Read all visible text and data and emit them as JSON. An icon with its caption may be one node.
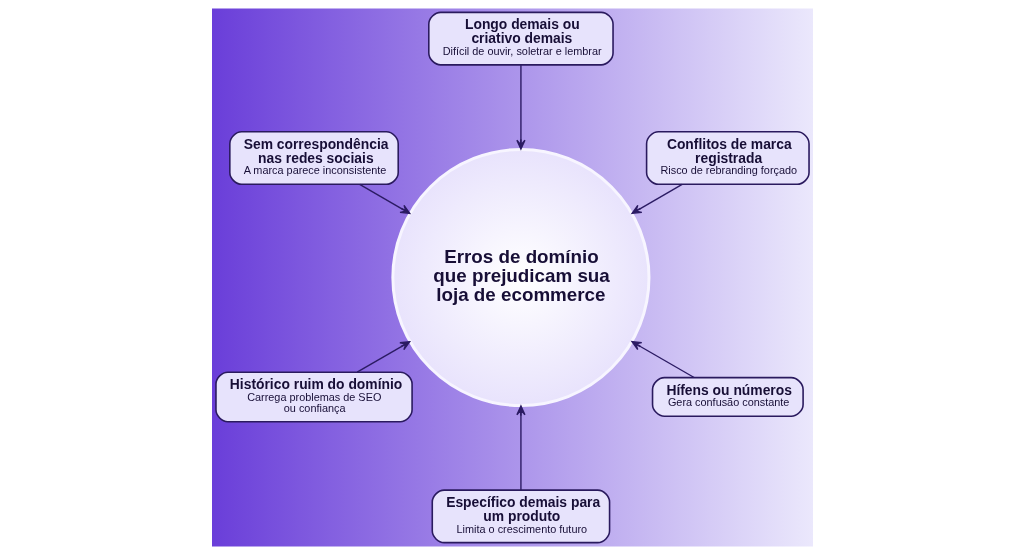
{
  "diagram": {
    "nodes": [
      {
        "text": [
          "Longo demais ou criativo demais",
          "Difícil de ouvir, soletrar e lembrar"
        ]
      },
      {
        "text": [
          "Sem correspondência nas redes sociais",
          "A marca parece inconsistente"
        ]
      },
      {
        "text": [
          "Conflitos de marca registrada",
          "Risco de rebranding forçado"
        ]
      },
      {
        "text": [
          "Erros de domínio que prejudicam sua loja de ecommerce"
        ]
      },
      {
        "text": [
          "Histórico ruim do domínio",
          "Carrega problemas de SEO ou confiança"
        ]
      },
      {
        "text": [
          "Hífens ou números",
          "Gera confusão constante"
        ]
      },
      {
        "text": [
          "Específico demais para um produto",
          "Limita o crescimento futuro"
        ]
      }
    ],
    "edges": [
      {
        "from": 0,
        "to": 3,
        "arrow": "to"
      },
      {
        "from": 1,
        "to": 3,
        "arrow": "to"
      },
      {
        "from": 2,
        "to": 3,
        "arrow": "to"
      },
      {
        "from": 4,
        "to": 3,
        "arrow": "to"
      },
      {
        "from": 5,
        "to": 3,
        "arrow": "to"
      },
      {
        "from": 6,
        "to": 3,
        "arrow": "to"
      }
    ]
  }
}
